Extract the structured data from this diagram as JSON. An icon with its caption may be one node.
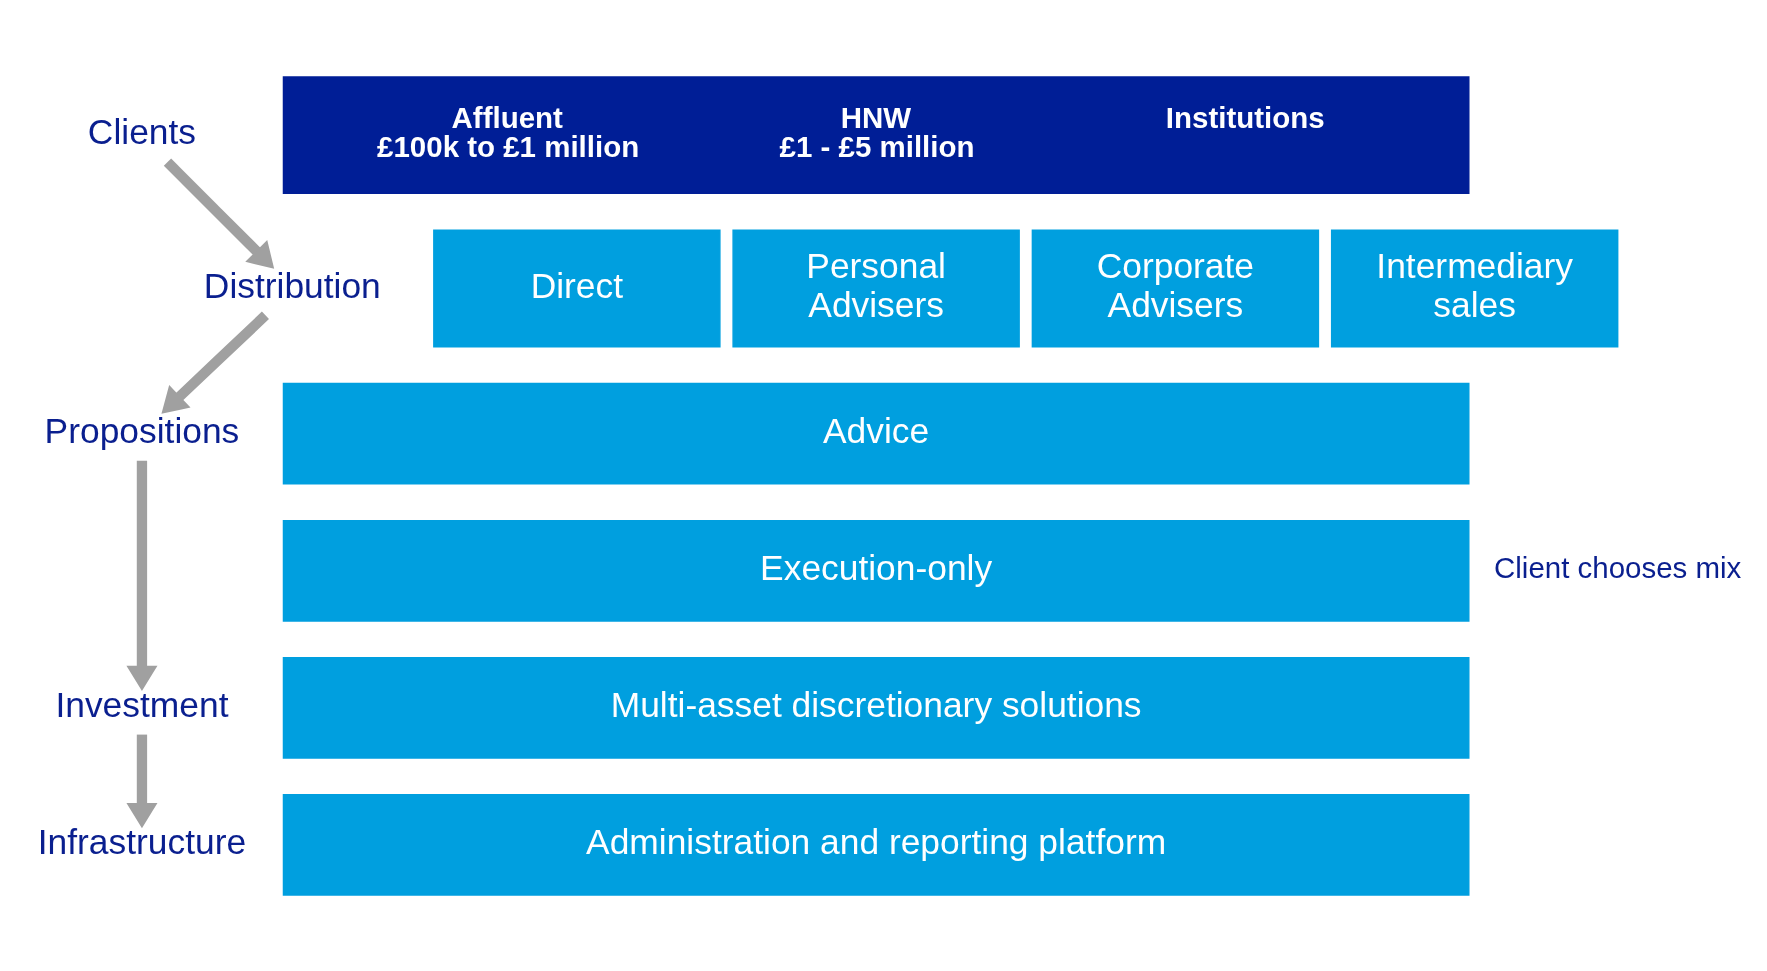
{
  "diagram": {
    "nodes": [
      {
        "text": [
          "Clients"
        ]
      },
      {
        "text": [
          "Affluent",
          "£100k to £1 million",
          "HNW",
          "£1 - £5 million",
          "Institutions"
        ]
      },
      {
        "text": [
          "Distribution"
        ]
      },
      {
        "text": [
          "Direct"
        ]
      },
      {
        "text": [
          "Personal Advisers"
        ]
      },
      {
        "text": [
          "Corporate Advisers"
        ]
      },
      {
        "text": [
          "Intermediary sales"
        ]
      },
      {
        "text": [
          "Propositions"
        ]
      },
      {
        "text": [
          "Advice"
        ]
      },
      {
        "text": [
          "Execution-only"
        ]
      },
      {
        "text": [
          "Investment"
        ]
      },
      {
        "text": [
          "Multi-asset discretionary solutions"
        ]
      },
      {
        "text": [
          "Infrastructure"
        ]
      },
      {
        "text": [
          "Administration and reporting platform"
        ]
      }
    ],
    "edges": [
      {
        "from": 0,
        "to": 2,
        "arrow": "to"
      },
      {
        "from": 2,
        "to": 7,
        "arrow": "to"
      },
      {
        "from": 7,
        "to": 10,
        "arrow": "to"
      },
      {
        "from": 10,
        "to": 12,
        "arrow": "to"
      }
    ],
    "labels": [
      "Client chooses mix"
    ]
  }
}
